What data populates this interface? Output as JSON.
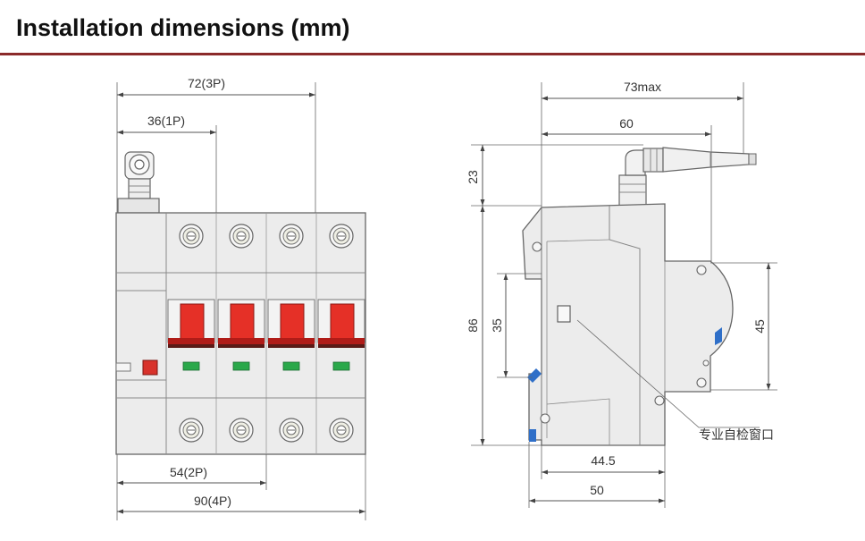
{
  "header": {
    "title": "Installation dimensions (mm)"
  },
  "colors": {
    "rule": "#8b2a2a",
    "body_fill": "#ececec",
    "handle_red": "#e53027",
    "handle_dark": "#b01c18",
    "indicator_green": "#2aa84a",
    "din_clip_blue": "#2f6fc8"
  },
  "front_view": {
    "poles": 4,
    "dims": {
      "w_3p": "72(3P)",
      "w_1p": "36(1P)",
      "w_2p": "54(2P)",
      "w_4p": "90(4P)"
    }
  },
  "side_view": {
    "dims": {
      "max_depth": "73max",
      "depth_60": "60",
      "antenna_height": "23",
      "height": "86",
      "din_height": "35",
      "front_height": "45",
      "depth_44_5": "44.5",
      "depth_50": "50"
    },
    "callout": "专业自检窗口"
  }
}
